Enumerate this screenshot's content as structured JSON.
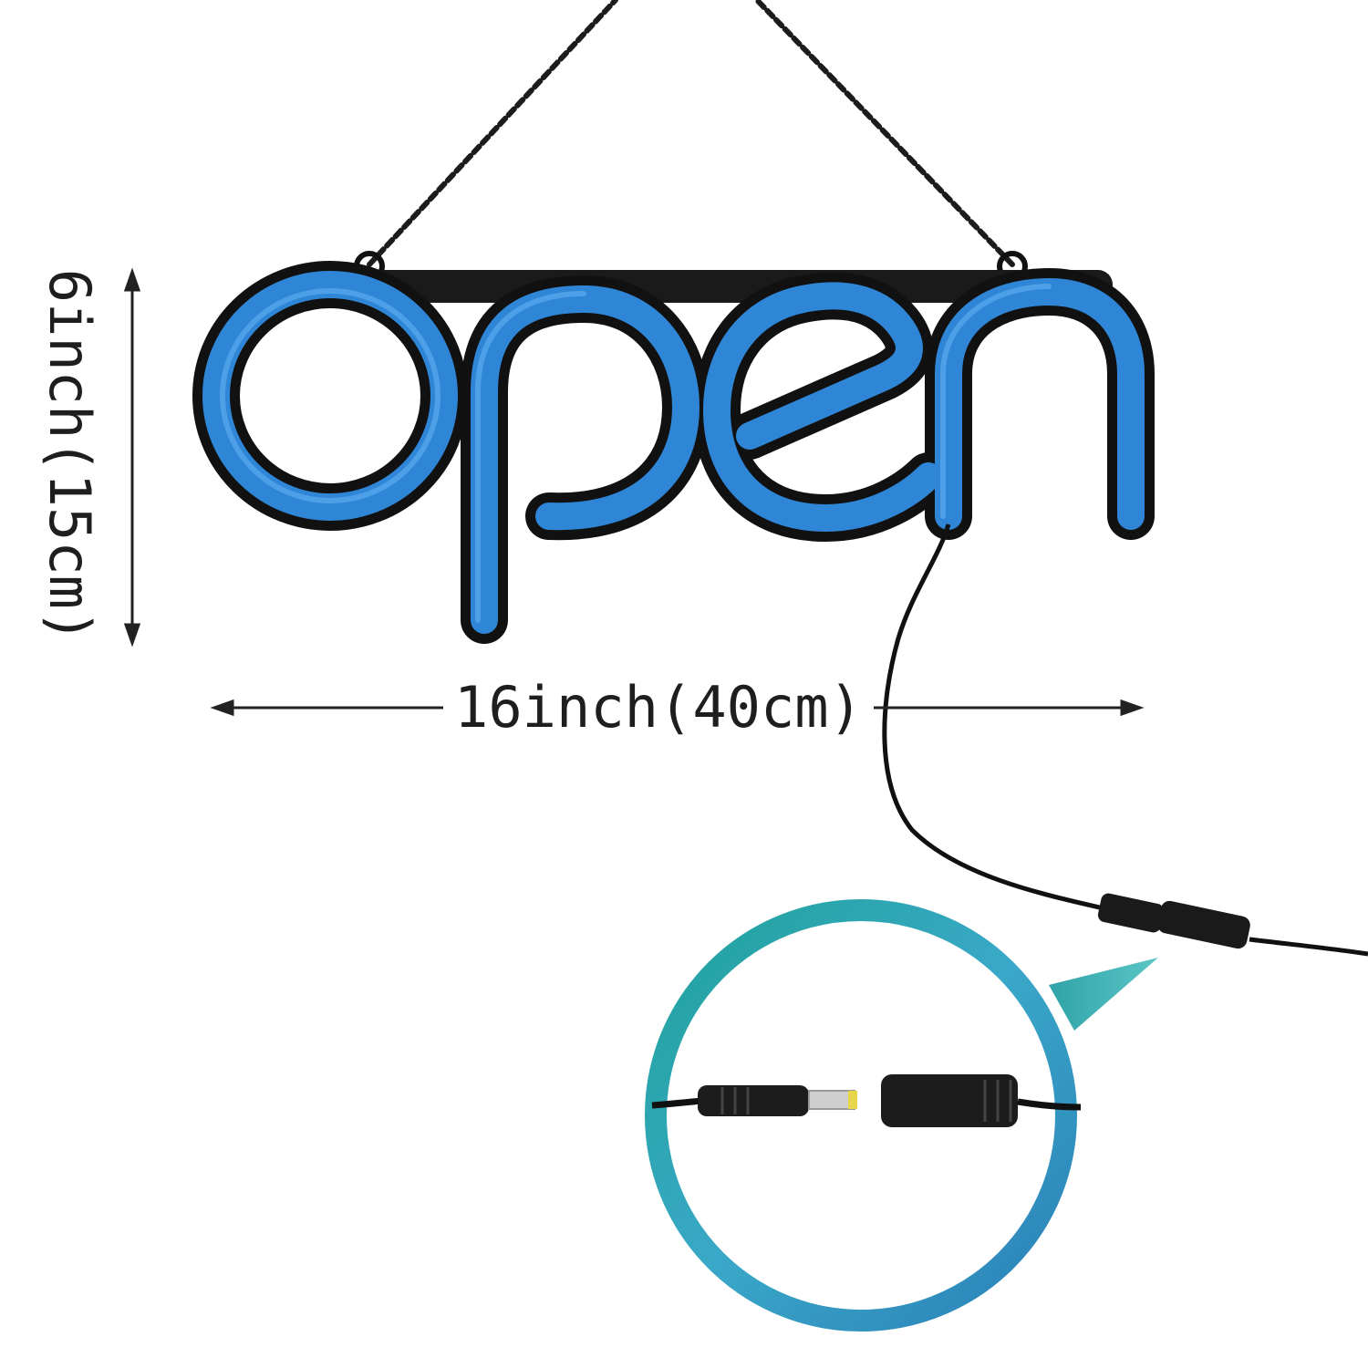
{
  "sign": {
    "text": "open",
    "neon_color": "#2f86d6",
    "neon_highlight": "#5aaaf0",
    "backing_color": "#111111",
    "mount_bar_color": "#1a1a1a"
  },
  "dimensions": {
    "height_label": "6inch(15cm)",
    "width_label": "16inch(40cm)",
    "arrow_color": "#222222"
  },
  "inset": {
    "subject": "DC power connector (male plug and female socket)",
    "ring_gradient": [
      "#1fa39a",
      "#3aa8c8",
      "#2a7fb8"
    ],
    "pointer_color": "#3fb3b3",
    "plug_tip_color": "#e8d64a"
  }
}
